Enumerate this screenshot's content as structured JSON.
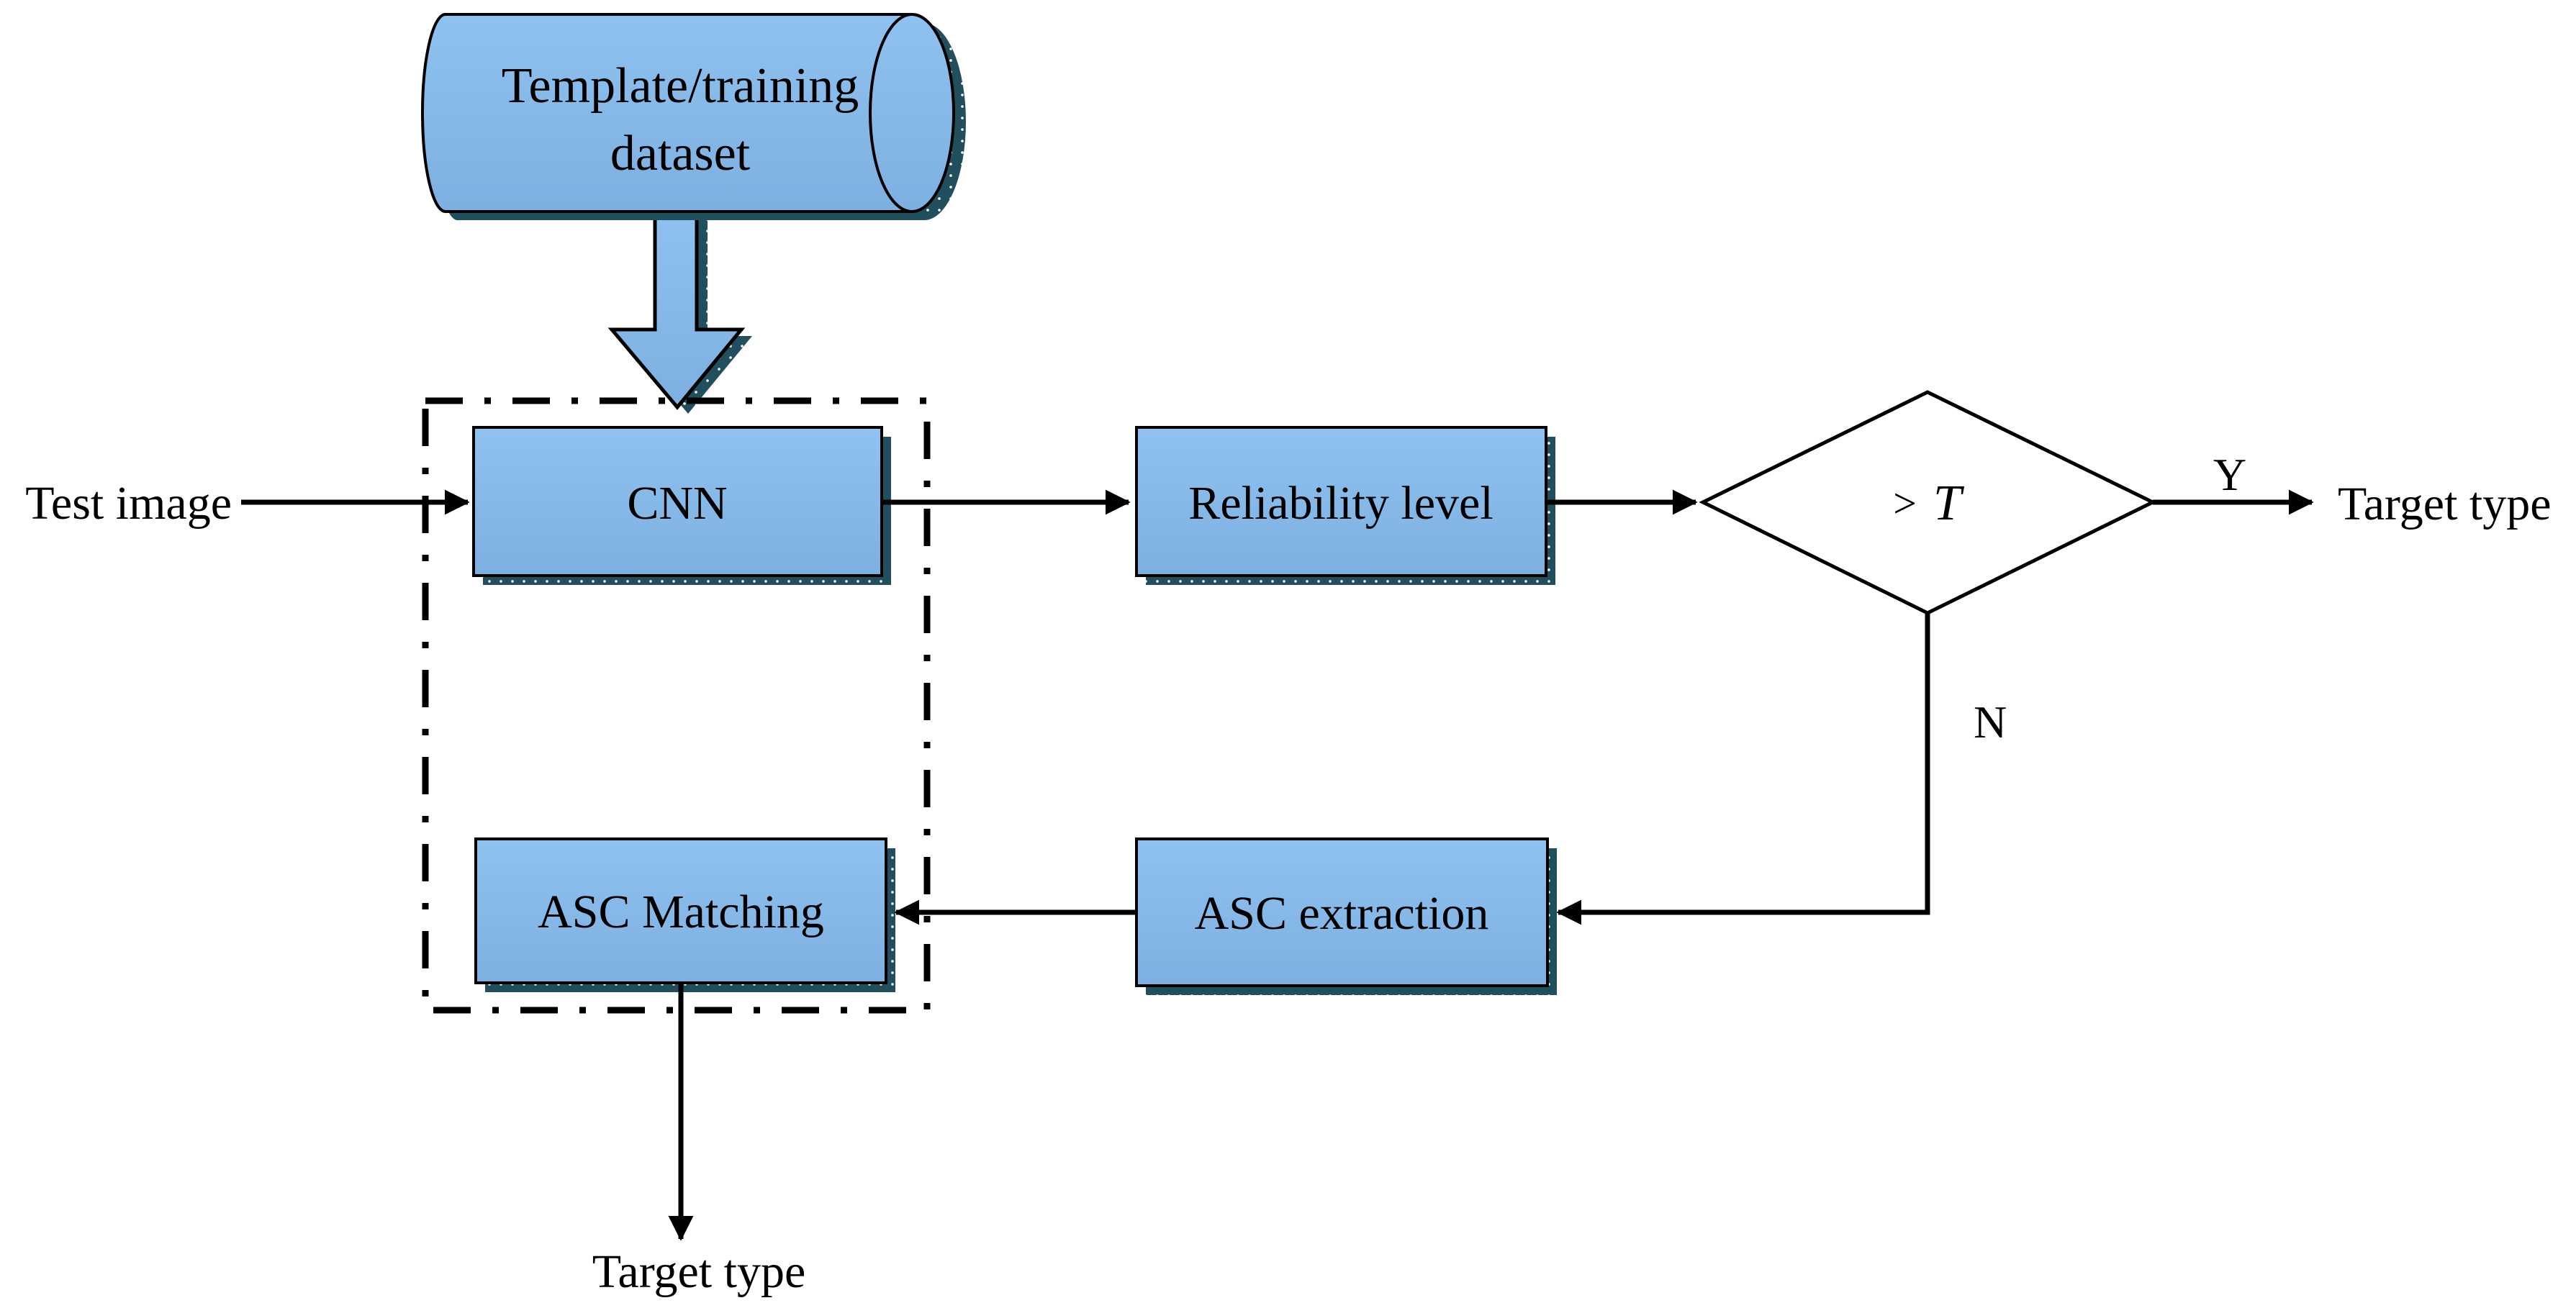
{
  "figure": {
    "background": "#ffffff",
    "colors": {
      "node_fill_top": "#8fc2f0",
      "node_fill_bottom": "#7dafe0",
      "shadow": "#214f5e",
      "shadow_dot": "#ffffff",
      "outline": "#000000",
      "connector": "#000000",
      "dashed_border": "#000000",
      "decision_fill": "#ffffff",
      "text": "#000000"
    },
    "cylinder": {
      "line1": "Template/training",
      "line2": "dataset"
    },
    "inputs": {
      "test_image": "Test image"
    },
    "nodes": {
      "cnn": "CNN",
      "reliability": "Reliability level",
      "asc_extraction": "ASC extraction",
      "asc_matching": "ASC Matching"
    },
    "decision": {
      "operator": ">",
      "threshold": "T",
      "yes": "Y",
      "no": "N"
    },
    "outputs": {
      "target_type_right": "Target type",
      "target_type_bottom": "Target type"
    }
  }
}
